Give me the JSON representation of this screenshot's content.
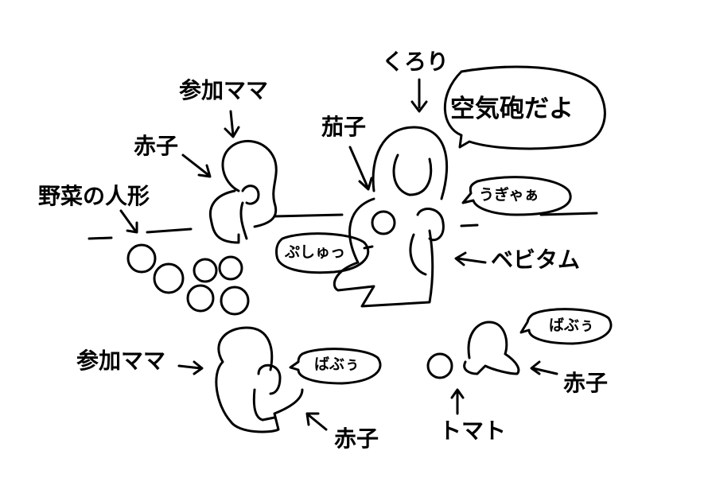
{
  "labels": {
    "kurori": "くろり",
    "speech_kuukihou": "空気砲だよ",
    "mama_top": "参加ママ",
    "akago_top": "赤子",
    "nasu": "茄子",
    "yasai_ningyou": "野菜の人形",
    "speech_ugyaa": "うぎゃぁ",
    "speech_pushu": "ぷしゅっ",
    "bebitamu": "ベビタム",
    "mama_bottom": "参加ママ",
    "speech_babuu_left": "ばぶぅ",
    "speech_babuu_right": "ばぶぅ",
    "akago_right": "赤子",
    "akago_bottom": "赤子",
    "tomato": "トマト"
  },
  "colors": {
    "ink": "#000000",
    "paper": "#ffffff"
  }
}
